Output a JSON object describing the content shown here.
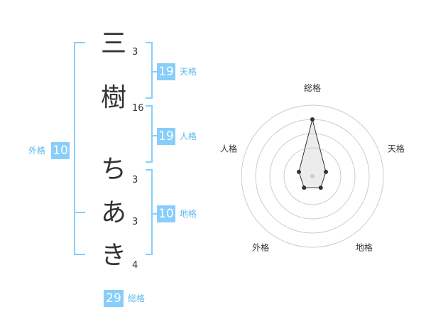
{
  "name": {
    "characters": [
      {
        "char": "三",
        "strokes": "3"
      },
      {
        "char": "樹",
        "strokes": "16"
      },
      {
        "char": "ち",
        "strokes": "3"
      },
      {
        "char": "あ",
        "strokes": "3"
      },
      {
        "char": "き",
        "strokes": "4"
      }
    ]
  },
  "kakusu": {
    "tenkaku": {
      "value": "19",
      "label": "天格"
    },
    "jinkaku": {
      "value": "19",
      "label": "人格"
    },
    "chikaku": {
      "value": "10",
      "label": "地格"
    },
    "gaikaku": {
      "value": "10",
      "label": "外格"
    },
    "soukaku": {
      "value": "29",
      "label": "総格"
    }
  },
  "colors": {
    "accent": "#87cefa",
    "text": "#333333",
    "grid": "#cccccc"
  },
  "chart_data": {
    "type": "radar",
    "axes": [
      "総格",
      "天格",
      "地格",
      "外格",
      "人格"
    ],
    "values": [
      4,
      1,
      1,
      1,
      1
    ],
    "rings": 4
  }
}
